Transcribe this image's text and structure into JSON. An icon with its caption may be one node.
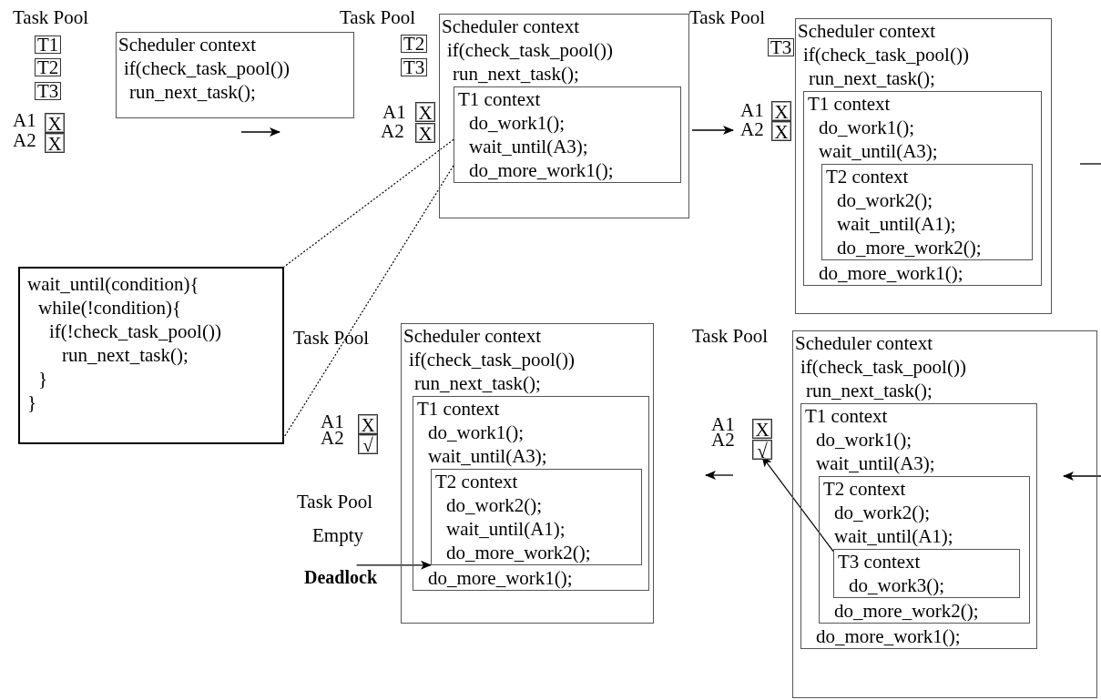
{
  "diagram": {
    "nodes": [
      {
        "text": [
          "T1"
        ]
      },
      {
        "text": [
          "T2"
        ]
      },
      {
        "text": [
          "T3"
        ]
      },
      {
        "text": [
          "X"
        ]
      },
      {
        "text": [
          "X"
        ]
      },
      {
        "text": [
          "Scheduler context",
          "if(check_task_pool())",
          "run_next_task();"
        ]
      },
      {
        "text": [
          "T2"
        ]
      },
      {
        "text": [
          "T3"
        ]
      },
      {
        "text": [
          "X"
        ]
      },
      {
        "text": [
          "X"
        ]
      },
      {
        "text": [
          "Scheduler context",
          "if(check_task_pool())",
          "run_next_task();"
        ]
      },
      {
        "text": [
          "T1 context",
          "do_work1();",
          "wait_until(A3);",
          "do_more_work1();"
        ],
        "in": 10
      },
      {
        "text": [
          "T3"
        ]
      },
      {
        "text": [
          "X"
        ]
      },
      {
        "text": [
          "X"
        ]
      },
      {
        "text": [
          "Scheduler context",
          "if(check_task_pool())",
          "run_next_task();"
        ]
      },
      {
        "text": [
          "T1 context",
          "do_work1();",
          "wait_until(A3);",
          "do_more_work1();"
        ],
        "in": 15
      },
      {
        "text": [
          "T2 context",
          "do_work2();",
          "wait_until(A1);",
          "do_more_work2();"
        ],
        "in": 16
      },
      {
        "text": [
          "wait_until(condition){",
          "while(!condition){",
          "if(!check_task_pool())",
          "run_next_task();",
          "}",
          "}"
        ]
      },
      {
        "text": [
          "X"
        ]
      },
      {
        "text": [
          "√"
        ]
      },
      {
        "text": [
          "Scheduler context",
          "if(check_task_pool())",
          "run_next_task();"
        ]
      },
      {
        "text": [
          "T1 context",
          "do_work1();",
          "wait_until(A3);",
          "do_more_work1();"
        ],
        "in": 21
      },
      {
        "text": [
          "T2 context",
          "do_work2();",
          "wait_until(A1);",
          "do_more_work2();"
        ],
        "in": 22
      },
      {
        "text": [
          "Deadlock"
        ]
      },
      {
        "text": [
          "X"
        ]
      },
      {
        "text": [
          "√"
        ]
      },
      {
        "text": [
          "Scheduler context",
          "if(check_task_pool())",
          "run_next_task();"
        ]
      },
      {
        "text": [
          "T1 context",
          "do_work1();",
          "wait_until(A3);",
          "do_more_work1();"
        ],
        "in": 27
      },
      {
        "text": [
          "T2 context",
          "do_work2();",
          "wait_until(A1);",
          "do_more_work2();"
        ],
        "in": 28
      },
      {
        "text": [
          "T3 context",
          "do_work3();"
        ],
        "in": 29
      }
    ],
    "edges": [
      {
        "from": 11,
        "to": 18,
        "arrow": "none",
        "style": "dashed"
      },
      {
        "from": 11,
        "to": 18,
        "arrow": "none",
        "style": "dashed"
      },
      {
        "from": 24,
        "to": 23,
        "arrow": "to"
      },
      {
        "from": 30,
        "to": 26,
        "arrow": "to"
      }
    ],
    "labels": [
      "Task Pool",
      "A1",
      "A2",
      "Task Pool",
      "A1",
      "A2",
      "Task Pool",
      "A1",
      "A2",
      "Task Pool",
      "A1",
      "A2",
      "Task Pool",
      "Empty",
      "Task Pool",
      "A1",
      "A2"
    ]
  }
}
